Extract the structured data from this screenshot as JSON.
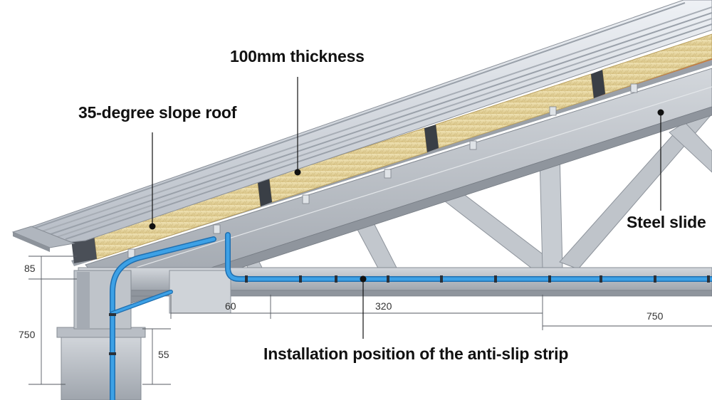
{
  "labels": {
    "thickness": "100mm thickness",
    "slope": "35-degree slope roof",
    "steel": "Steel slide",
    "strip": "Installation position of the anti-slip strip"
  },
  "dimensions": {
    "d85": "85",
    "d750_left": "750",
    "d55": "55",
    "d60": "60",
    "d320": "320",
    "d750_right": "750"
  },
  "colors": {
    "roof_sheet": "#c9ced6",
    "insulation": "#e3d39c",
    "steel": "#b3b8bf",
    "pipe": "#2c8fd6",
    "liner": "#c8743a"
  }
}
